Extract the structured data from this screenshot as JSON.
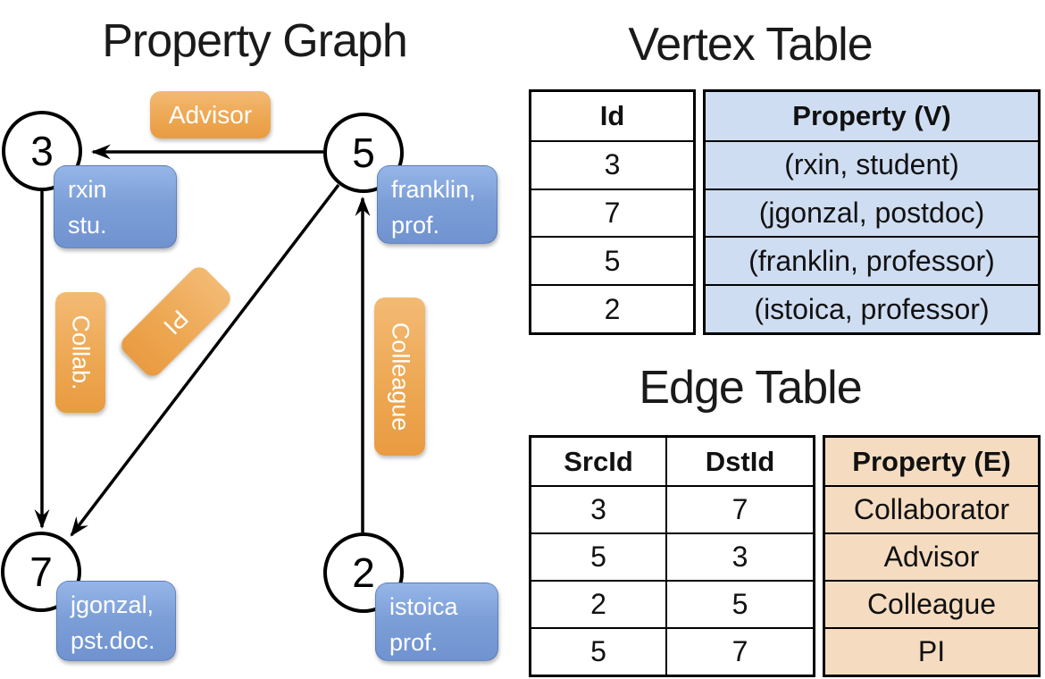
{
  "graph": {
    "title": "Property Graph",
    "vertices": [
      {
        "id": "3",
        "line1": "rxin",
        "line2": "stu."
      },
      {
        "id": "5",
        "line1": "franklin,",
        "line2": "prof."
      },
      {
        "id": "7",
        "line1": "jgonzal,",
        "line2": "pst.doc."
      },
      {
        "id": "2",
        "line1": "istoica",
        "line2": "prof."
      }
    ],
    "edges": [
      {
        "label": "Advisor",
        "from": "5",
        "to": "3"
      },
      {
        "label": "Collab.",
        "from": "3",
        "to": "7"
      },
      {
        "label": "PI",
        "from": "5",
        "to": "7"
      },
      {
        "label": "Colleague",
        "from": "2",
        "to": "5"
      }
    ]
  },
  "vertex_table": {
    "title": "Vertex Table",
    "columns": [
      "Id",
      "Property (V)"
    ],
    "rows": [
      [
        "3",
        "(rxin, student)"
      ],
      [
        "7",
        "(jgonzal, postdoc)"
      ],
      [
        "5",
        "(franklin, professor)"
      ],
      [
        "2",
        "(istoica, professor)"
      ]
    ]
  },
  "edge_table": {
    "title": "Edge Table",
    "columns": [
      "SrcId",
      "DstId",
      "Property (E)"
    ],
    "rows": [
      [
        "3",
        "7",
        "Collaborator"
      ],
      [
        "5",
        "3",
        "Advisor"
      ],
      [
        "2",
        "5",
        "Colleague"
      ],
      [
        "5",
        "7",
        "PI"
      ]
    ]
  },
  "colors": {
    "edge_label_orange": "#eda853",
    "vertex_box_blue": "#7d9fd8",
    "vertex_table_fill": "#cfddf2",
    "edge_table_fill": "#f5dcc1",
    "line_black": "#000000"
  }
}
